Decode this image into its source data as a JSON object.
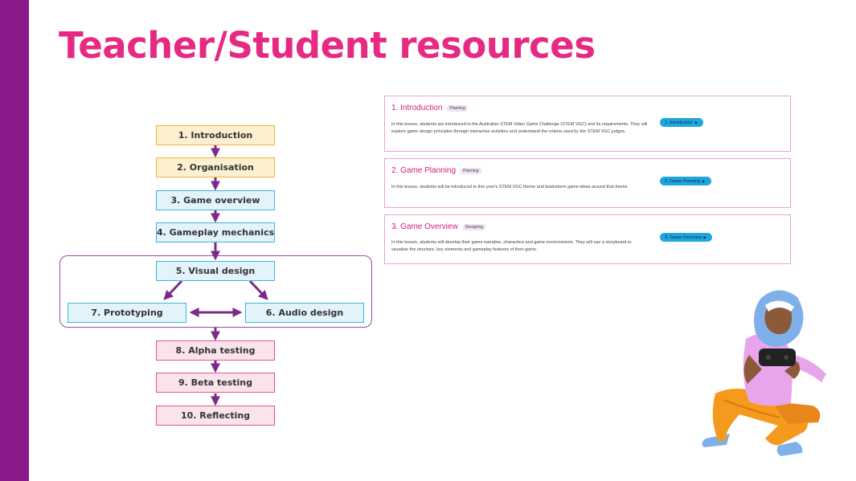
{
  "slide": {
    "title": "Teacher/Student resources"
  },
  "flow": {
    "steps": [
      "1. Introduction",
      "2. Organisation",
      "3. Game overview",
      "4. Gameplay mechanics",
      "5. Visual design",
      "6. Audio design",
      "7. Prototyping",
      "8. Alpha testing",
      "9. Beta testing",
      "10. Reflecting"
    ]
  },
  "lessons": [
    {
      "title": "1. Introduction",
      "badge": "Planning",
      "description": "In this lesson, students are introduced to the Australian STEM Video Game Challenge (STEM VGC) and its requirements. They will explore game design principles through interactive activities and understand the criteria used by the STEM VGC judges.",
      "button": "1. Introduction"
    },
    {
      "title": "2. Game Planning",
      "badge": "Planning",
      "description": "In this lesson, students will be introduced to this year's STEM VGC theme and brainstorm game ideas around that theme.",
      "button": "2. Game Planning"
    },
    {
      "title": "3. Game Overview",
      "badge": "Designing",
      "description": "In this lesson, students will develop their game narrative, characters and game environments. They will use a storyboard to visualise the structure, key elements and gameplay features of their game.",
      "button": "3. Game Overview"
    }
  ],
  "colors": {
    "title": "#e62a83",
    "sidebar": "#8a1a8c",
    "arrow": "#7b2a8a",
    "button": "#20a6df"
  }
}
